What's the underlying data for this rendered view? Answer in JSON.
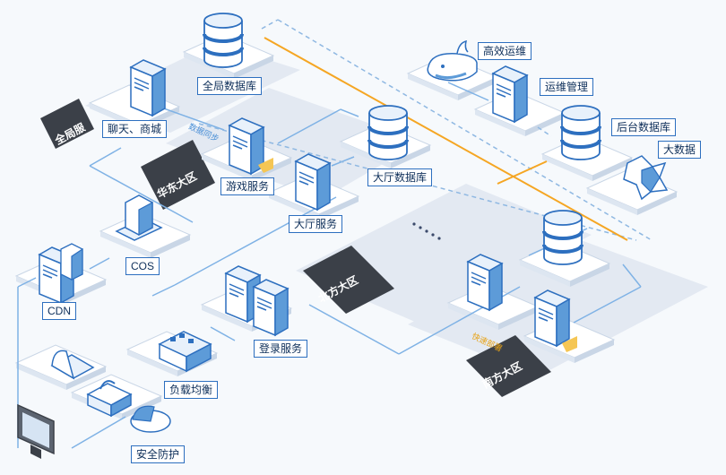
{
  "labels": {
    "global_db": "全局数据库",
    "chat_mall": "聊天、商城",
    "game_service": "游戏服务",
    "lobby_db": "大厅数据库",
    "lobby_service": "大厅服务",
    "ops": "高效运维",
    "ops_mgmt": "运维管理",
    "backend_db": "后台数据库",
    "big_data": "大数据",
    "cos": "COS",
    "cdn": "CDN",
    "login_service": "登录服务",
    "load_balance": "负载均衡",
    "security": "安全防护"
  },
  "regions": {
    "global": "全局服",
    "east": "华东大区",
    "north": "北方大区",
    "south": "南方大区"
  },
  "tags": {
    "data_sync": "数据同步",
    "fast_deploy": "快速部署"
  },
  "colors": {
    "accent_blue": "#2d6fbf",
    "light_blue": "#7fb2e5",
    "orange": "#f5a623",
    "zone": "#e3e9f2",
    "dark": "#3b4048"
  },
  "icons": [
    "server-icon",
    "database-icon",
    "whale-icon",
    "big-data-icon",
    "cdn-icon",
    "cos-icon",
    "load-balancer-icon",
    "firewall-icon",
    "lock-icon",
    "radar-icon",
    "monitor-icon"
  ]
}
